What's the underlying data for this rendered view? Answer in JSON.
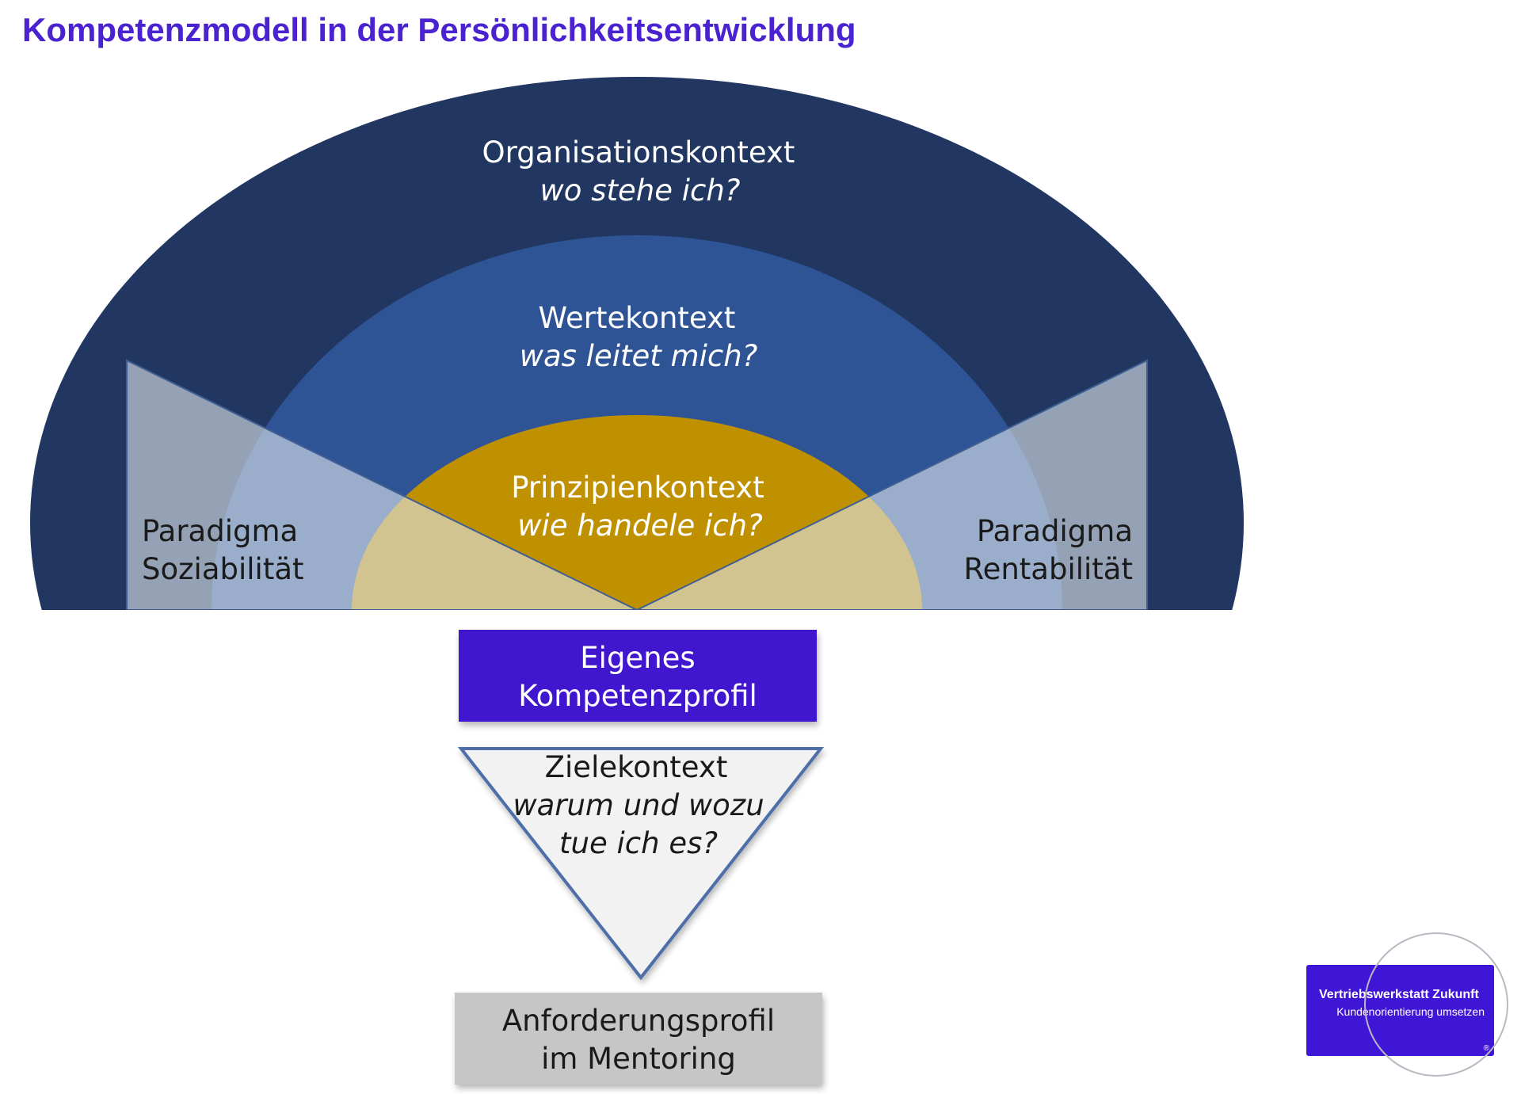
{
  "title": "Kompetenzmodell in der Persönlichkeitsentwicklung",
  "layers": {
    "organisation": {
      "label": "Organisationskontext",
      "question": "wo stehe ich?"
    },
    "werte": {
      "label": "Wertekontext",
      "question": "was leitet mich?"
    },
    "prinzipien": {
      "label": "Prinzipienkontext",
      "question": "wie handele ich?"
    }
  },
  "paradigms": {
    "left": {
      "line1": "Paradigma",
      "line2": "Soziabilität"
    },
    "right": {
      "line1": "Paradigma",
      "line2": "Rentabilität"
    }
  },
  "eigenes_profil": {
    "line1": "Eigenes",
    "line2": "Kompetenzprofil"
  },
  "ziele": {
    "label": "Zielekontext",
    "question_line1": "warum und wozu",
    "question_line2": "tue ich es?"
  },
  "anforderungsprofil": {
    "line1": "Anforderungsprofil",
    "line2": "im Mentoring"
  },
  "brand": {
    "name": "Vertriebswerkstatt Zukunft",
    "tagline": "Kundenorientierung umsetzen",
    "registered": "®"
  },
  "colors": {
    "title": "#4a22d0",
    "outer_arc": "#213762",
    "middle_arc": "#2f5496",
    "inner_arc": "#bf9000",
    "paradigm_overlay": "#dde3ea",
    "eigenes_box": "#3f16cf",
    "ziele_triangle_fill": "#f2f2f2",
    "ziele_triangle_stroke": "#4d6ea9",
    "anforderung_box": "#c6c6c6",
    "brand_box": "#4016d6"
  }
}
